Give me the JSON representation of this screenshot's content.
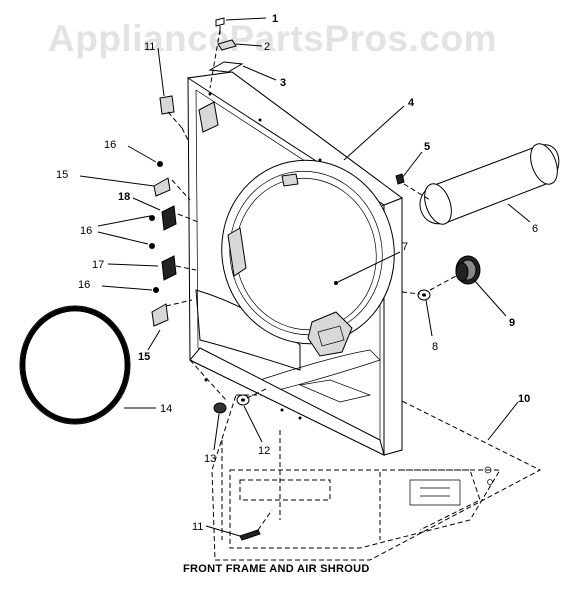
{
  "watermark": "AppliancePartsPros.com",
  "caption": "FRONT FRAME AND AIR SHROUD",
  "callouts": [
    {
      "id": "c1",
      "text": "1"
    },
    {
      "id": "c2",
      "text": "2"
    },
    {
      "id": "c3",
      "text": "3"
    },
    {
      "id": "c4",
      "text": "4"
    },
    {
      "id": "c5",
      "text": "5"
    },
    {
      "id": "c6",
      "text": "6"
    },
    {
      "id": "c7",
      "text": "7"
    },
    {
      "id": "c8",
      "text": "8"
    },
    {
      "id": "c9",
      "text": "9"
    },
    {
      "id": "c10",
      "text": "10"
    },
    {
      "id": "c11a",
      "text": "11"
    },
    {
      "id": "c11b",
      "text": "11"
    },
    {
      "id": "c12",
      "text": "12"
    },
    {
      "id": "c13",
      "text": "13"
    },
    {
      "id": "c14",
      "text": "14"
    },
    {
      "id": "c15a",
      "text": "15"
    },
    {
      "id": "c15b",
      "text": "15"
    },
    {
      "id": "c16a",
      "text": "16"
    },
    {
      "id": "c16b",
      "text": "16"
    },
    {
      "id": "c16c",
      "text": "16"
    },
    {
      "id": "c17",
      "text": "17"
    },
    {
      "id": "c18",
      "text": "18"
    }
  ]
}
